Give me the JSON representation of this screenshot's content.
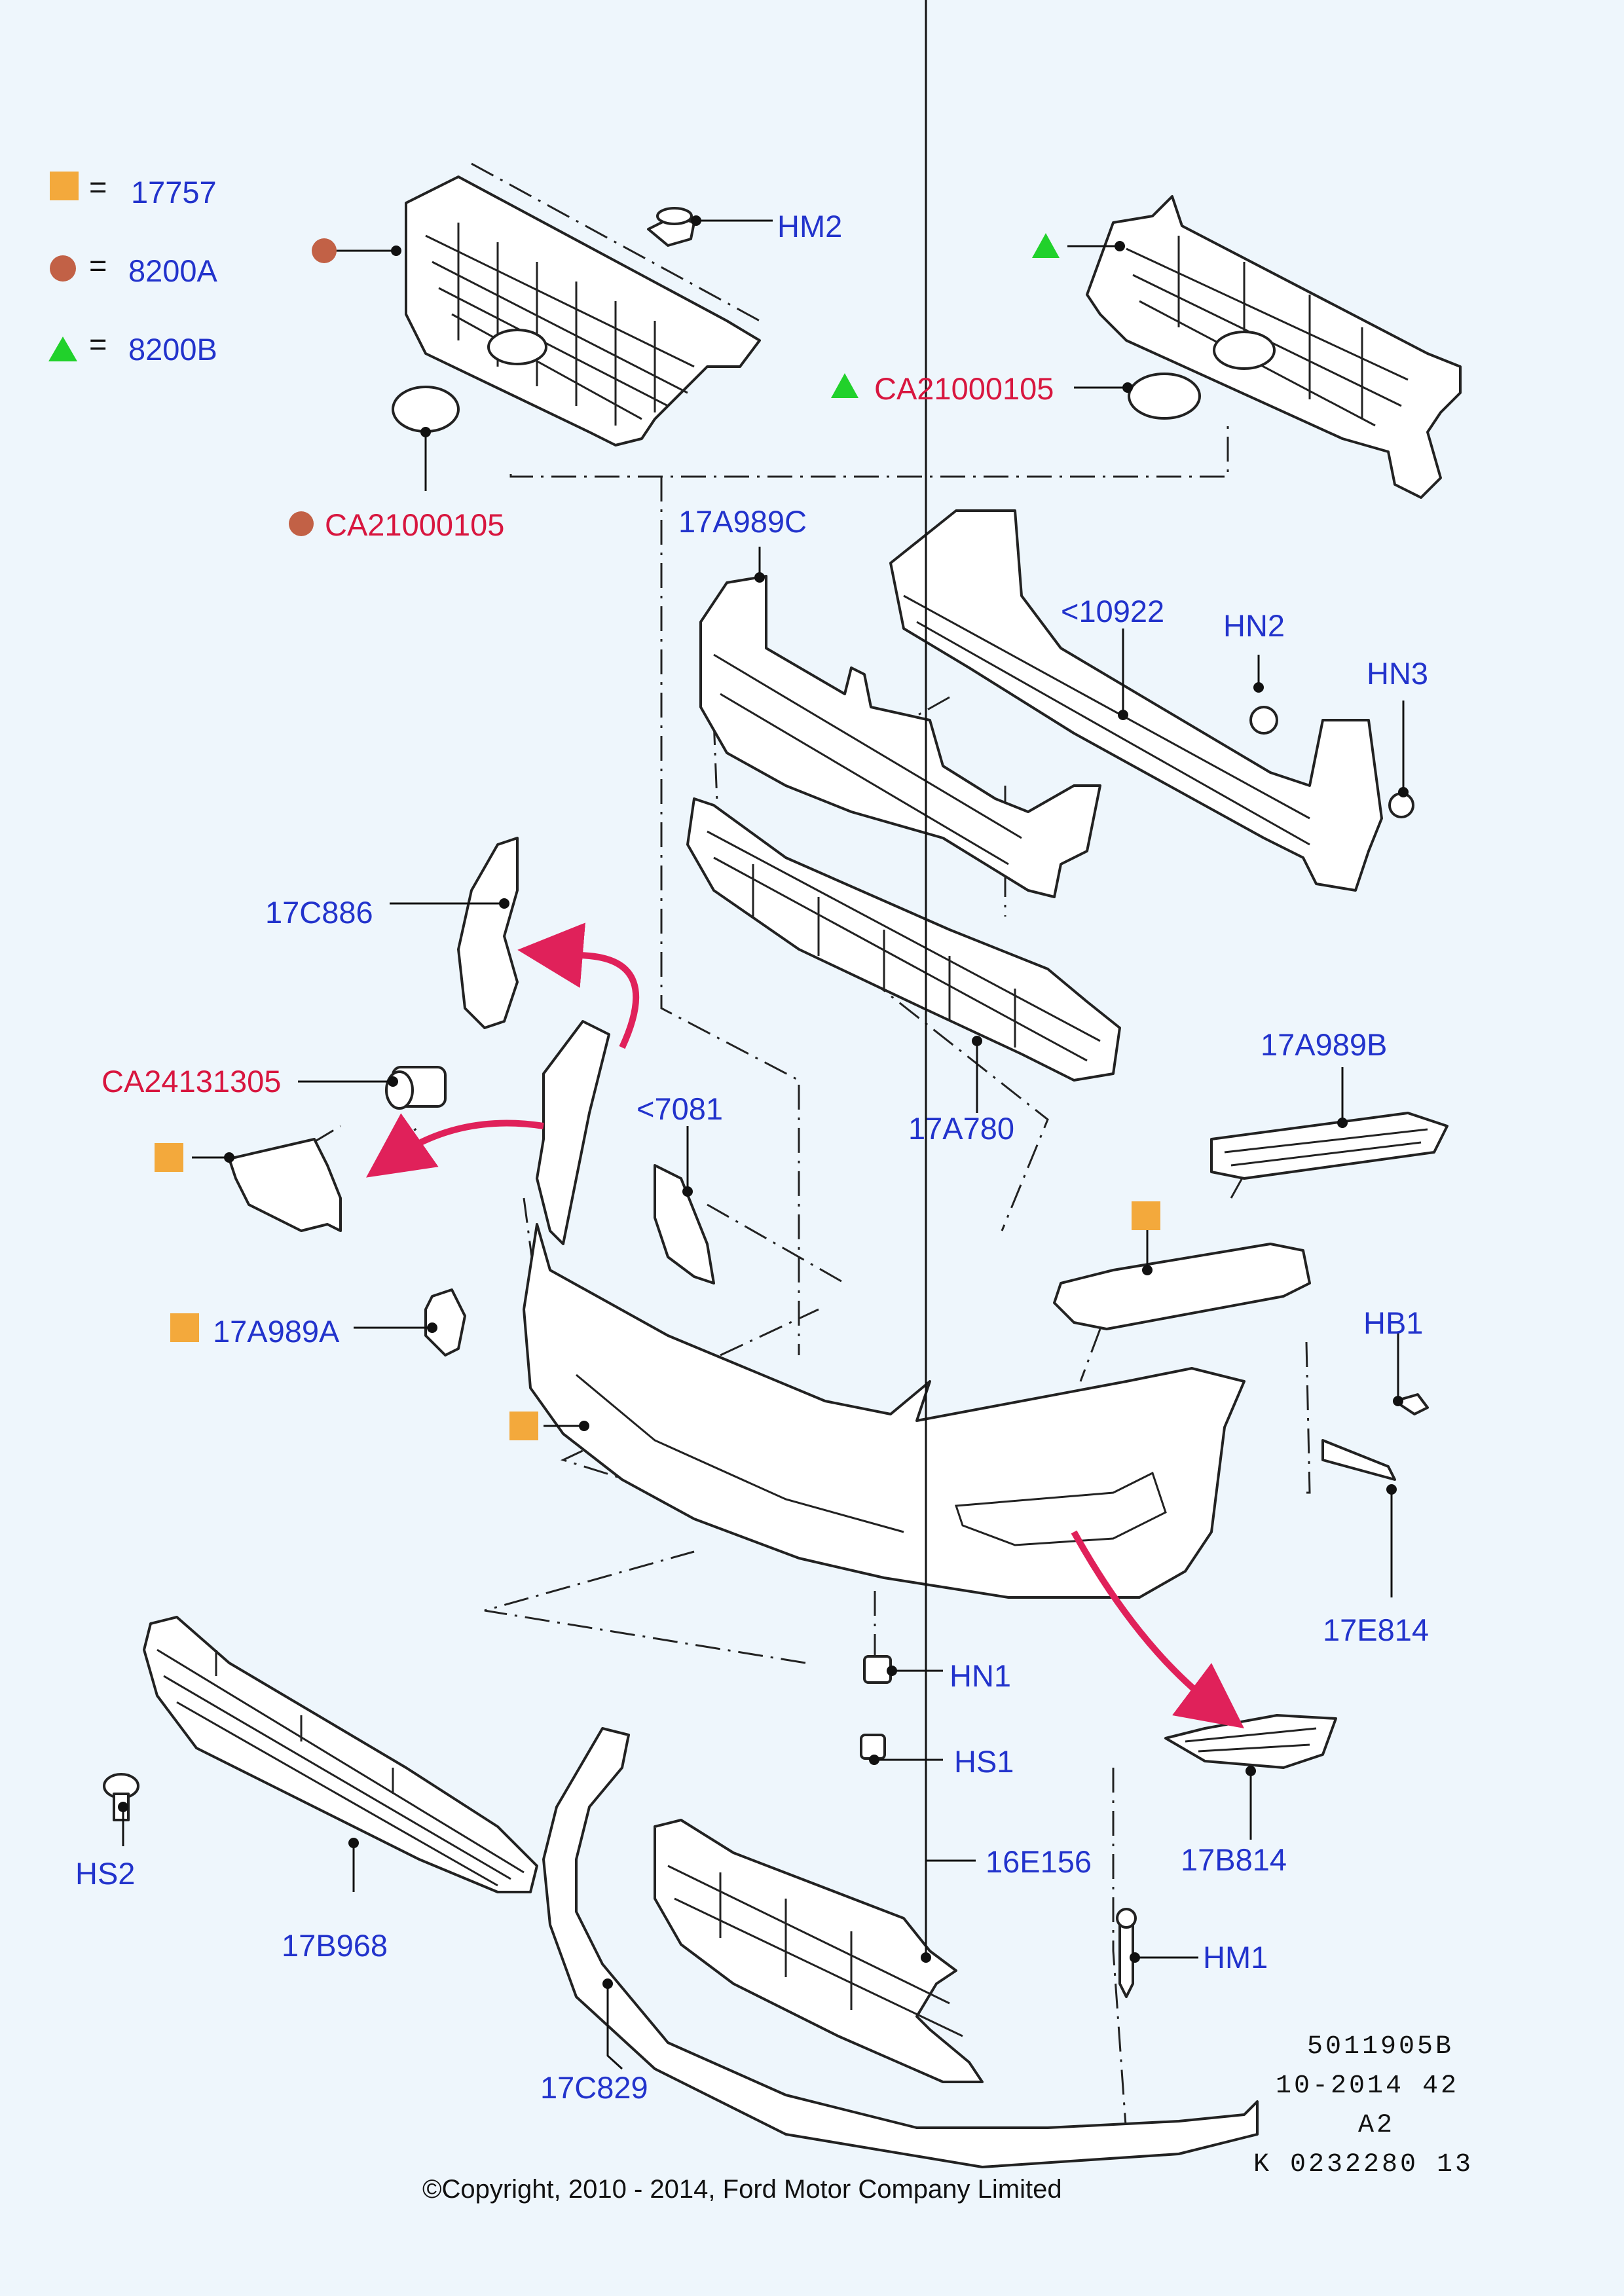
{
  "legend": [
    {
      "symbol": "square",
      "color": "#f3a93c",
      "code": "17757"
    },
    {
      "symbol": "circle",
      "color": "#c26146",
      "code": "8200A"
    },
    {
      "symbol": "triangle",
      "color": "#21d12b",
      "code": "8200B"
    }
  ],
  "legend_equals": "=",
  "labels": {
    "hm2": "HM2",
    "ca21000105_right": "CA21000105",
    "ca21000105_left": "CA21000105",
    "p17a989c": "17A989C",
    "p10922": "<10922",
    "hn2": "HN2",
    "hn3": "HN3",
    "p17c886": "17C886",
    "ca24131305": "CA24131305",
    "p7081": "<7081",
    "p17a780": "17A780",
    "p17a989b": "17A989B",
    "p17a989a": "17A989A",
    "hb1": "HB1",
    "p17e814": "17E814",
    "hn1": "HN1",
    "hs1": "HS1",
    "hs2": "HS2",
    "p17b968": "17B968",
    "p16e156": "16E156",
    "p17b814": "17B814",
    "hm1": "HM1",
    "p17c829": "17C829"
  },
  "meta": {
    "line1": "5011905B",
    "line2": "10-2014 42",
    "line3": "A2",
    "line4": "K 0232280 13"
  },
  "copyright": "©Copyright, 2010 - 2014, Ford Motor Company Limited",
  "colors": {
    "label_blue": "#2233cc",
    "label_red": "#d8163f",
    "arrow_pink": "#e0215a",
    "background": "#eef6fc"
  }
}
